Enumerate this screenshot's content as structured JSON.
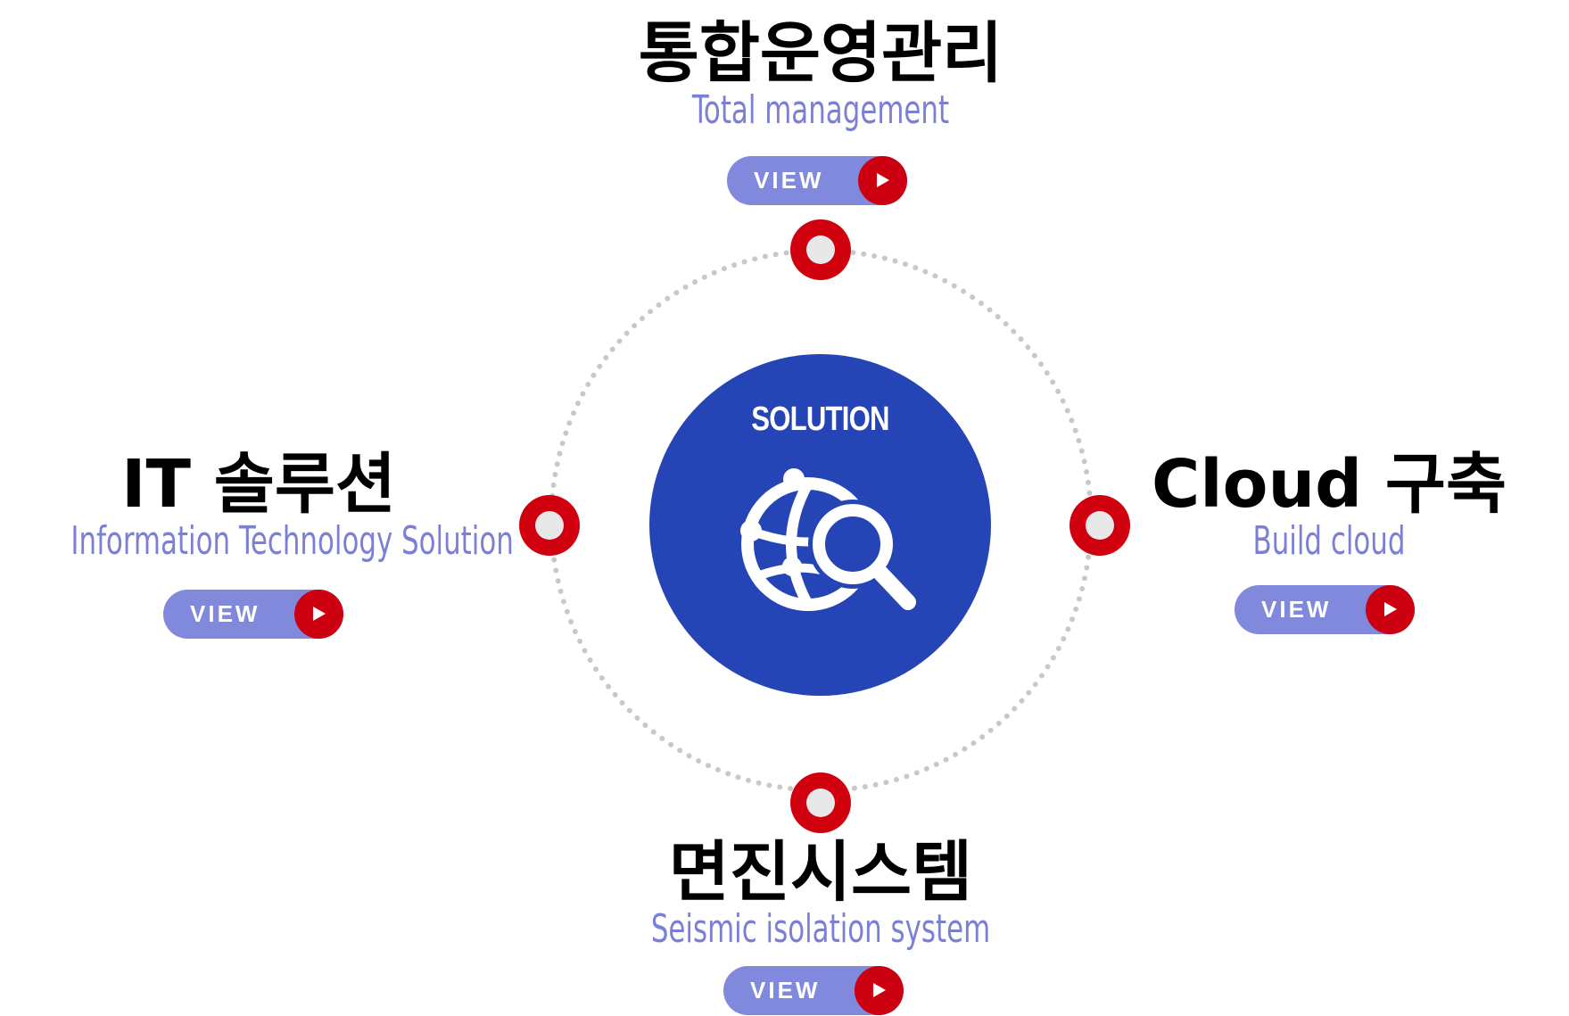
{
  "center": {
    "title": "SOLUTION",
    "icon": "globe-search-icon",
    "color": "#2545b6"
  },
  "accent": {
    "node_color": "#d0000f",
    "button_color": "#8189dc",
    "subtitle_color": "#7b80d6"
  },
  "items": [
    {
      "title": "통합운영관리",
      "subtitle": "Total management",
      "button": "VIEW"
    },
    {
      "title": "IT 솔루션",
      "subtitle": "Information Technology Solution",
      "button": "VIEW"
    },
    {
      "title": "Cloud 구축",
      "subtitle": "Build cloud",
      "button": "VIEW"
    },
    {
      "title": "면진시스템",
      "subtitle": "Seismic isolation system",
      "button": "VIEW"
    }
  ]
}
